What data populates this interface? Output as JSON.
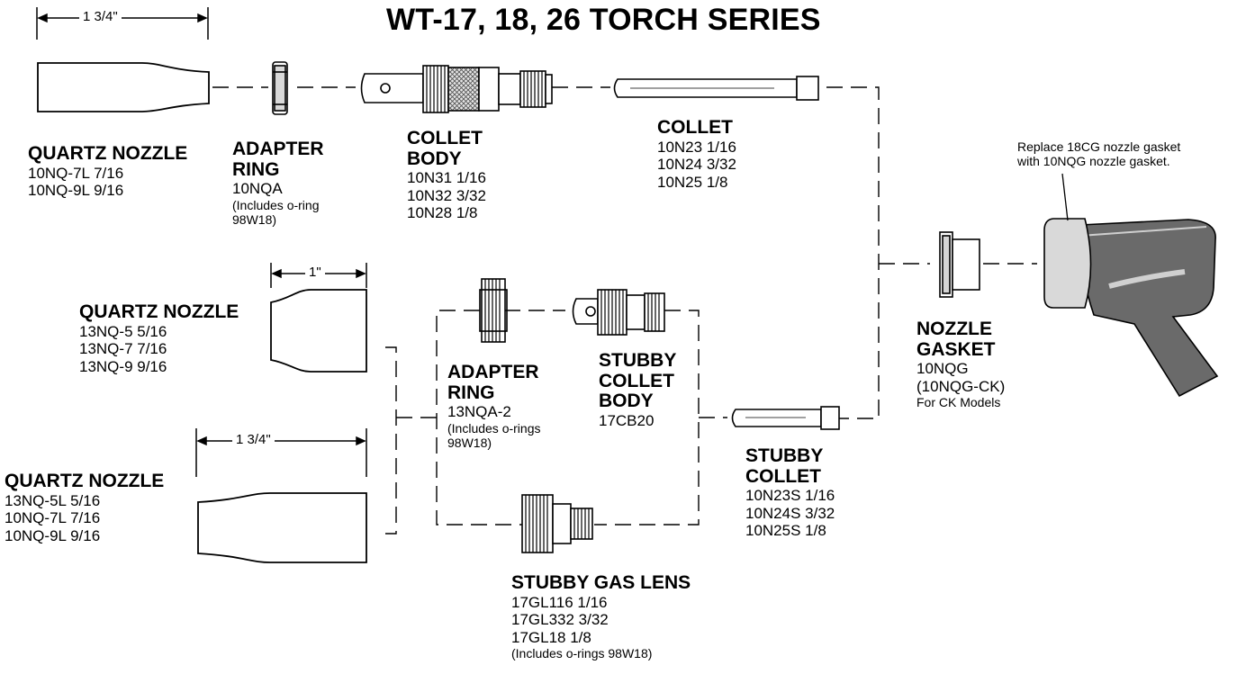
{
  "title": "WT-17, 18, 26 TORCH SERIES",
  "dimensions": {
    "top_nozzle": "1 3/4\"",
    "short_nozzle": "1\"",
    "bottom_nozzle": "1 3/4\""
  },
  "quartz_nozzle_top": {
    "heading": "QUARTZ NOZZLE",
    "parts": [
      "10NQ-7L   7/16",
      "10NQ-9L   9/16"
    ]
  },
  "adapter_ring_top": {
    "heading_1": "ADAPTER",
    "heading_2": "RING",
    "lines": [
      "10NQA",
      "(Includes o-ring",
      "98W18)"
    ]
  },
  "collet_body": {
    "heading_1": "COLLET",
    "heading_2": "BODY",
    "parts": [
      "10N31 1/16",
      "10N32 3/32",
      "10N28 1/8"
    ]
  },
  "collet": {
    "heading": "COLLET",
    "parts": [
      "10N23 1/16",
      "10N24 3/32",
      "10N25 1/8"
    ]
  },
  "gasket_note": {
    "line_1": "Replace 18CG nozzle gasket",
    "line_2": "with 10NQG nozzle gasket."
  },
  "quartz_nozzle_middle": {
    "heading": "QUARTZ NOZZLE",
    "parts": [
      "13NQ-5   5/16",
      "13NQ-7   7/16",
      "13NQ-9   9/16"
    ]
  },
  "quartz_nozzle_bottom": {
    "heading": "QUARTZ NOZZLE",
    "parts": [
      "13NQ-5L   5/16",
      "10NQ-7L   7/16",
      "10NQ-9L   9/16"
    ]
  },
  "adapter_ring_bottom": {
    "heading_1": "ADAPTER",
    "heading_2": "RING",
    "lines": [
      "13NQA-2",
      "(Includes o-rings",
      "98W18)"
    ]
  },
  "stubby_collet_body": {
    "heading_1": "STUBBY",
    "heading_2": "COLLET",
    "heading_3": "BODY",
    "parts": [
      "17CB20"
    ]
  },
  "stubby_collet": {
    "heading_1": "STUBBY",
    "heading_2": "COLLET",
    "parts": [
      "10N23S 1/16",
      "10N24S 3/32",
      "10N25S 1/8"
    ]
  },
  "nozzle_gasket": {
    "heading_1": "NOZZLE",
    "heading_2": "GASKET",
    "lines": [
      "10NQG",
      "(10NQG-CK)"
    ],
    "note": "For CK Models"
  },
  "stubby_gas_lens": {
    "heading": "STUBBY GAS LENS",
    "parts": [
      "17GL116 1/16",
      "17GL332 3/32",
      "17GL18    1/8"
    ],
    "note": "(Includes o-rings 98W18)"
  },
  "colors": {
    "ink": "#000000",
    "torch_body": "#6a6a6a",
    "torch_light": "#d8d8d8",
    "knurl": "#bdbdbd"
  }
}
